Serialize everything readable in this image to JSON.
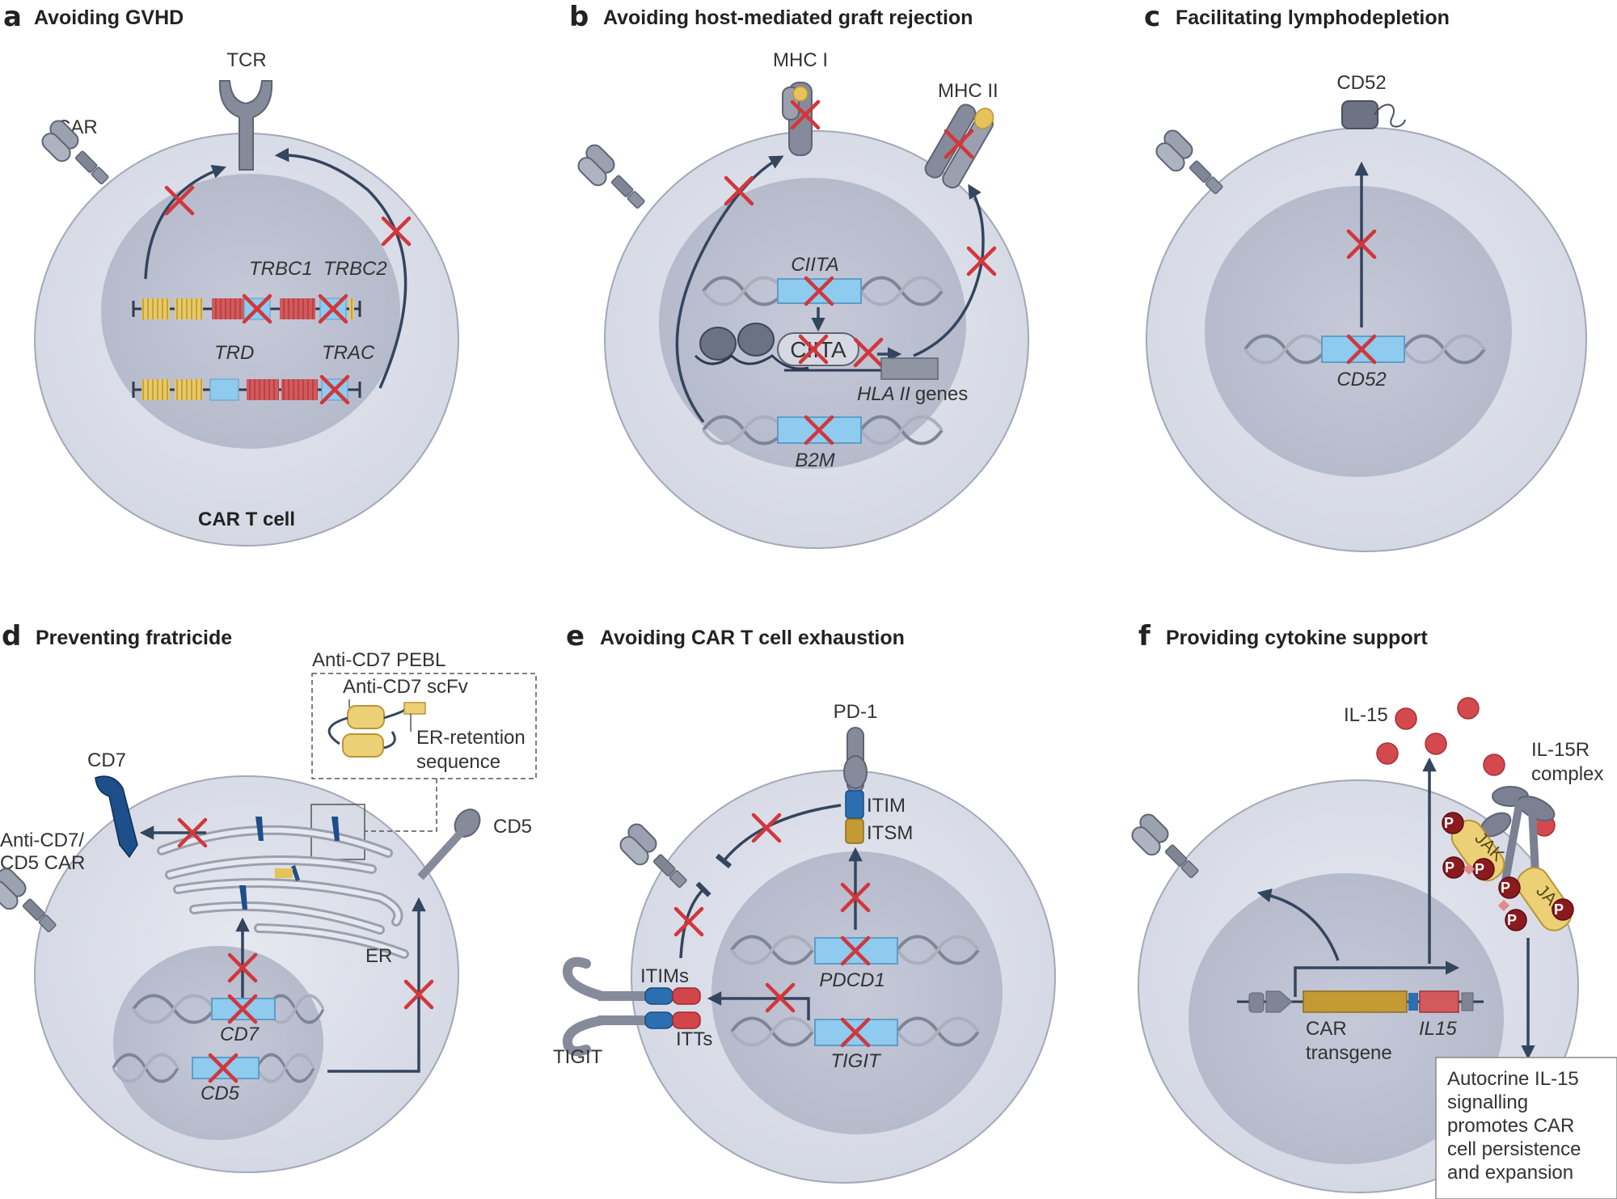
{
  "panels": {
    "a": {
      "letter": "a",
      "title": "Avoiding GVHD",
      "tcr": "TCR",
      "car": "CAR",
      "trbc1": "TRBC1",
      "trbc2": "TRBC2",
      "trd": "TRD",
      "trac": "TRAC",
      "cell": "CAR T cell"
    },
    "b": {
      "letter": "b",
      "title": "Avoiding host-mediated graft rejection",
      "mhc1": "MHC I",
      "mhc2": "MHC II",
      "ciita_gene": "CIITA",
      "ciita_protein": "CIITA",
      "hla": "HLA II",
      "genes": "genes",
      "b2m": "B2M"
    },
    "c": {
      "letter": "c",
      "title": "Facilitating lymphodepletion",
      "cd52_protein": "CD52",
      "cd52_gene": "CD52"
    },
    "d": {
      "letter": "d",
      "title": "Preventing fratricide",
      "pebl": "Anti-CD7 PEBL",
      "scfv": "Anti-CD7 scFv",
      "er_ret1": "ER-retention",
      "er_ret2": "sequence",
      "cd7_protein": "CD7",
      "car1": "Anti-CD7/",
      "car2": "CD5 CAR",
      "cd5_protein": "CD5",
      "er": "ER",
      "cd7_gene": "CD7",
      "cd5_gene": "CD5"
    },
    "e": {
      "letter": "e",
      "title": "Avoiding CAR T cell exhaustion",
      "pd1": "PD-1",
      "itim": "ITIM",
      "itsm": "ITSM",
      "itims": "ITIMs",
      "itts": "ITTs",
      "tigit_protein": "TIGIT",
      "pdcd1": "PDCD1",
      "tigit_gene": "TIGIT"
    },
    "f": {
      "letter": "f",
      "title": "Providing cytokine support",
      "il15": "IL-15",
      "il15r1": "IL-15R",
      "il15r2": "complex",
      "jak": "JAK",
      "p": "P",
      "car_tg1": "CAR",
      "car_tg2": "transgene",
      "il15_gene": "IL15",
      "box": [
        "Autocrine IL-15",
        "signalling",
        "promotes CAR",
        "cell persistence",
        "and expansion"
      ]
    }
  },
  "colors": {
    "cell": "#dde0ea",
    "nucleus": "#bcc1d2",
    "cross": "#d3363b",
    "arrow": "#34455e",
    "gene_box": "#8ecbee",
    "red_seg": "#d25a5c",
    "yellow_seg": "#e6c25a",
    "receptor": "#858b9a"
  }
}
